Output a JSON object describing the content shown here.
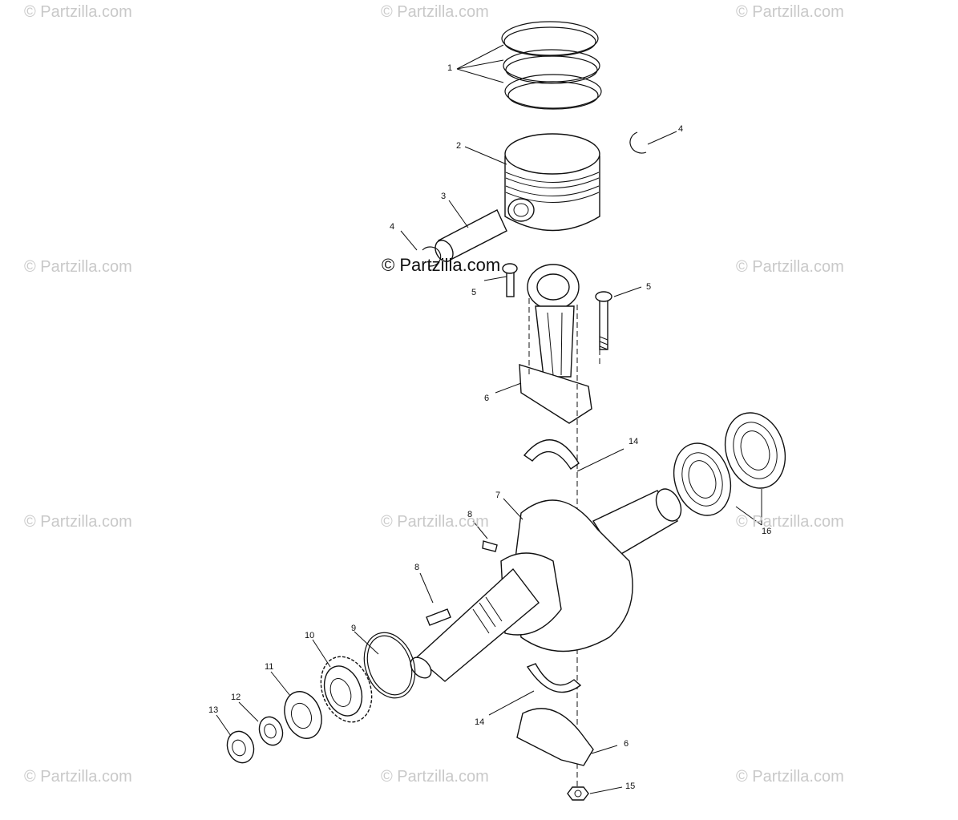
{
  "watermark": "© Partzilla.com",
  "center_mark": "© Partzilla.com",
  "callouts": [
    "1",
    "2",
    "3",
    "4",
    "4",
    "5",
    "5",
    "6",
    "14",
    "7",
    "8",
    "8",
    "16",
    "9",
    "10",
    "11",
    "12",
    "13",
    "14",
    "6",
    "15"
  ]
}
